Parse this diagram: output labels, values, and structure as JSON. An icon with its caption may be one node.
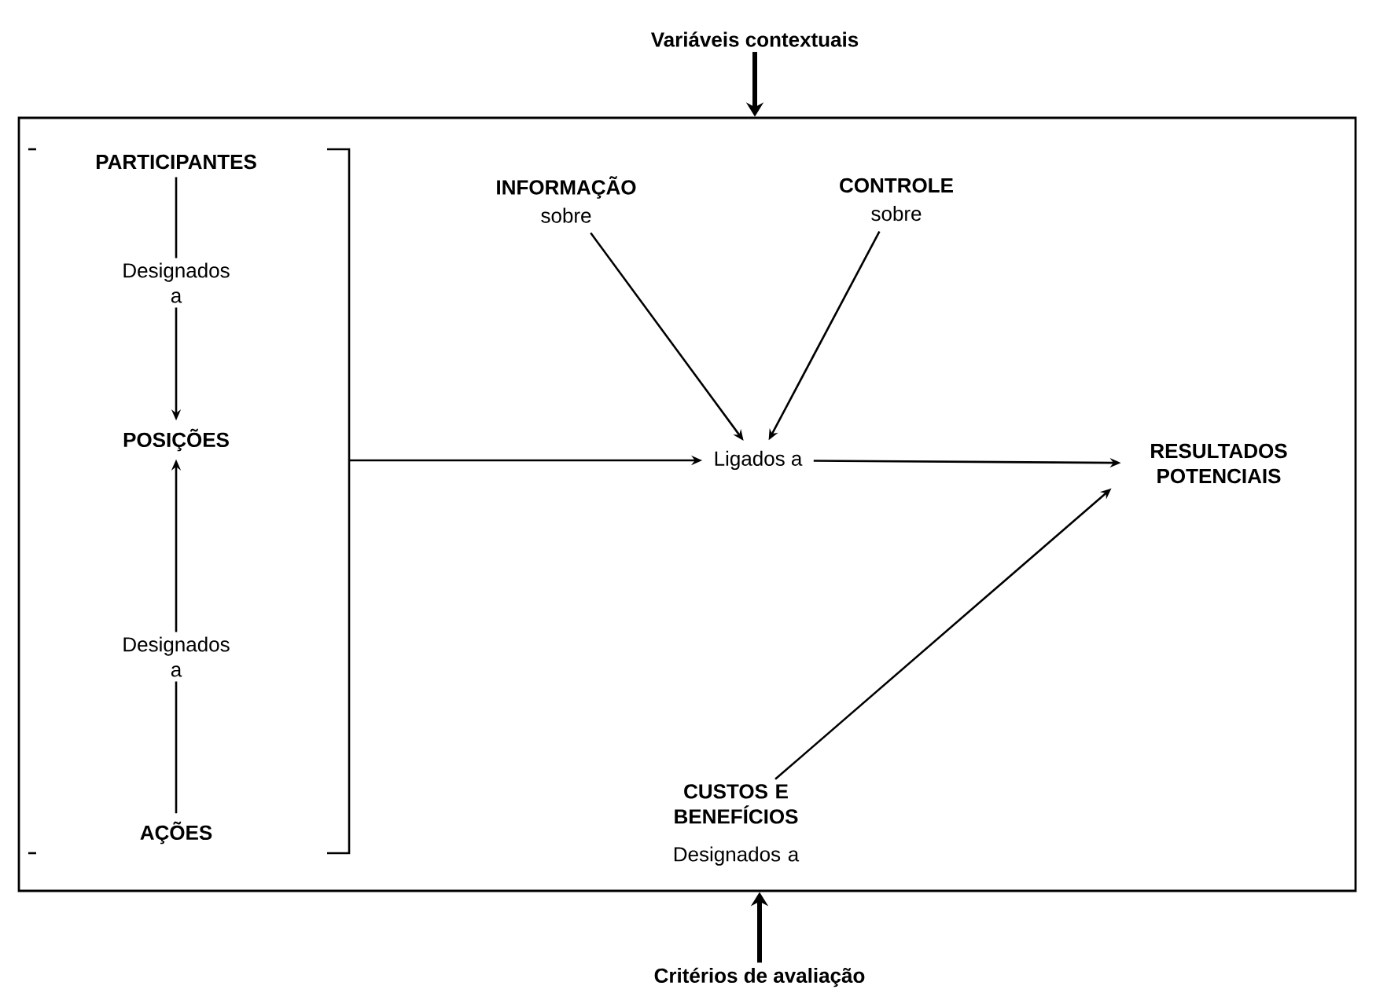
{
  "diagram": {
    "nodes": [
      {
        "text": [],
        "shape": "box"
      },
      {
        "text": [
          "Variáveis contextuais"
        ]
      },
      {
        "text": [
          "Critérios de avaliação"
        ]
      },
      {
        "text": [],
        "shape": "bracket",
        "in": 0
      },
      {
        "text": [
          "PARTICIPANTES"
        ],
        "in": 3
      },
      {
        "text": [
          "POSIÇÕES"
        ],
        "in": 3
      },
      {
        "text": [
          "AÇÕES"
        ],
        "in": 3
      },
      {
        "text": [
          "INFORMAÇÃO",
          "sobre"
        ],
        "in": 0
      },
      {
        "text": [
          "CONTROLE",
          "sobre"
        ],
        "in": 0
      },
      {
        "text": [
          "Ligados a"
        ],
        "in": 0
      },
      {
        "text": [
          "RESULTADOS POTENCIAIS"
        ],
        "in": 0
      },
      {
        "text": [
          "CUSTOS E BENEFÍCIOS",
          "Designados a"
        ],
        "in": 0
      }
    ],
    "edges": [
      {
        "from": 1,
        "to": 0,
        "arrow": "to",
        "style": "thick"
      },
      {
        "from": 2,
        "to": 0,
        "arrow": "to",
        "style": "thick"
      },
      {
        "from": 4,
        "to": 5,
        "arrow": "to",
        "label": "Designados a"
      },
      {
        "from": 6,
        "to": 5,
        "arrow": "to",
        "label": "Designados a"
      },
      {
        "from": 3,
        "to": 9,
        "arrow": "to"
      },
      {
        "from": 7,
        "to": 9,
        "arrow": "to"
      },
      {
        "from": 8,
        "to": 9,
        "arrow": "to"
      },
      {
        "from": 9,
        "to": 10,
        "arrow": "to"
      },
      {
        "from": 11,
        "to": 10,
        "arrow": "to"
      }
    ]
  }
}
